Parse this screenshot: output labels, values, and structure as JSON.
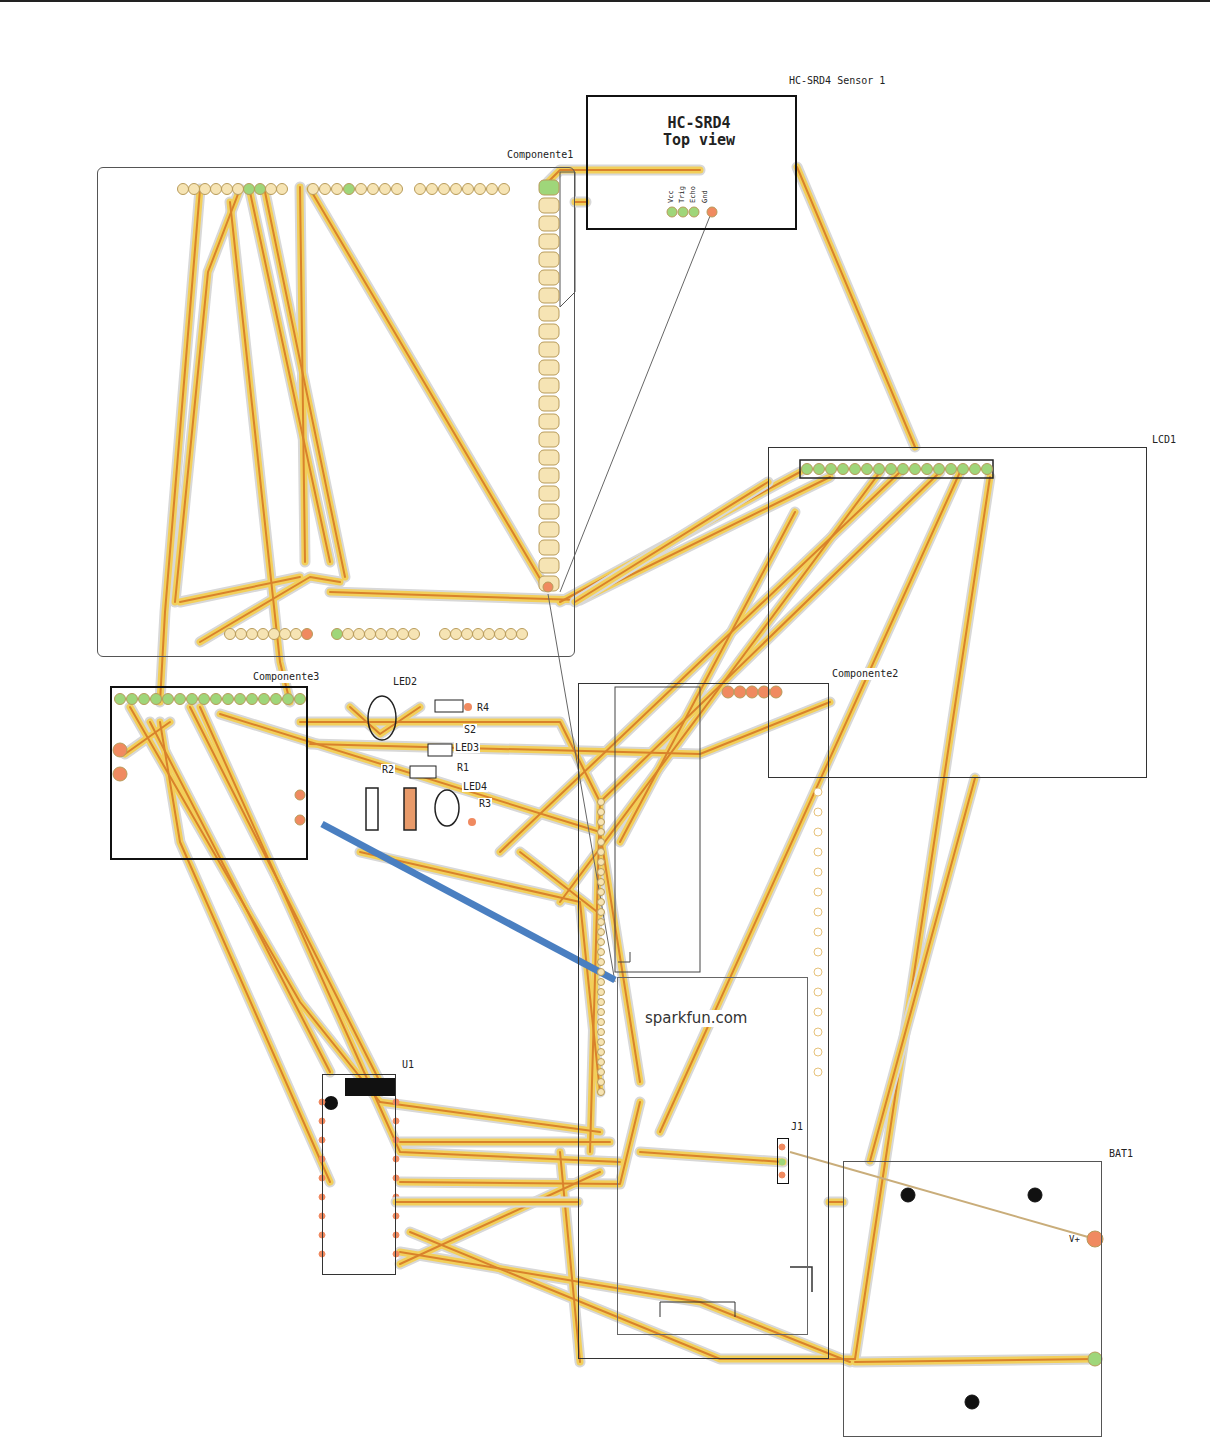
{
  "diagram": {
    "nodes": [
      {
        "text": [
          "HC-SRD4 Sensor 1",
          "HC-SRD4 Top view"
        ]
      },
      {
        "text": [
          "Componente1"
        ]
      },
      {
        "text": [
          "LCD1"
        ]
      },
      {
        "text": [
          "Componente3"
        ]
      },
      {
        "text": [
          "Componente2"
        ]
      },
      {
        "text": [
          "sparkfun.com"
        ],
        "in": 4
      },
      {
        "text": [
          "U1"
        ]
      },
      {
        "text": [
          "J1"
        ],
        "in": 4
      },
      {
        "text": [
          "BAT1",
          "V+"
        ]
      }
    ],
    "edges": [
      {
        "from": 1,
        "to": 0,
        "arrow": "none"
      },
      {
        "from": 0,
        "to": 2,
        "arrow": "none"
      },
      {
        "from": 1,
        "to": 2,
        "arrow": "none"
      },
      {
        "from": 2,
        "to": 8,
        "arrow": "none"
      },
      {
        "from": 6,
        "to": 4,
        "arrow": "none"
      },
      {
        "from": 8,
        "to": 4,
        "arrow": "none"
      }
    ],
    "labels": [
      "Vcc",
      "Trig",
      "Echo",
      "Gnd",
      "LED2",
      "R4",
      "S2",
      "LED3",
      "R1",
      "R2",
      "LED4",
      "R3"
    ]
  }
}
